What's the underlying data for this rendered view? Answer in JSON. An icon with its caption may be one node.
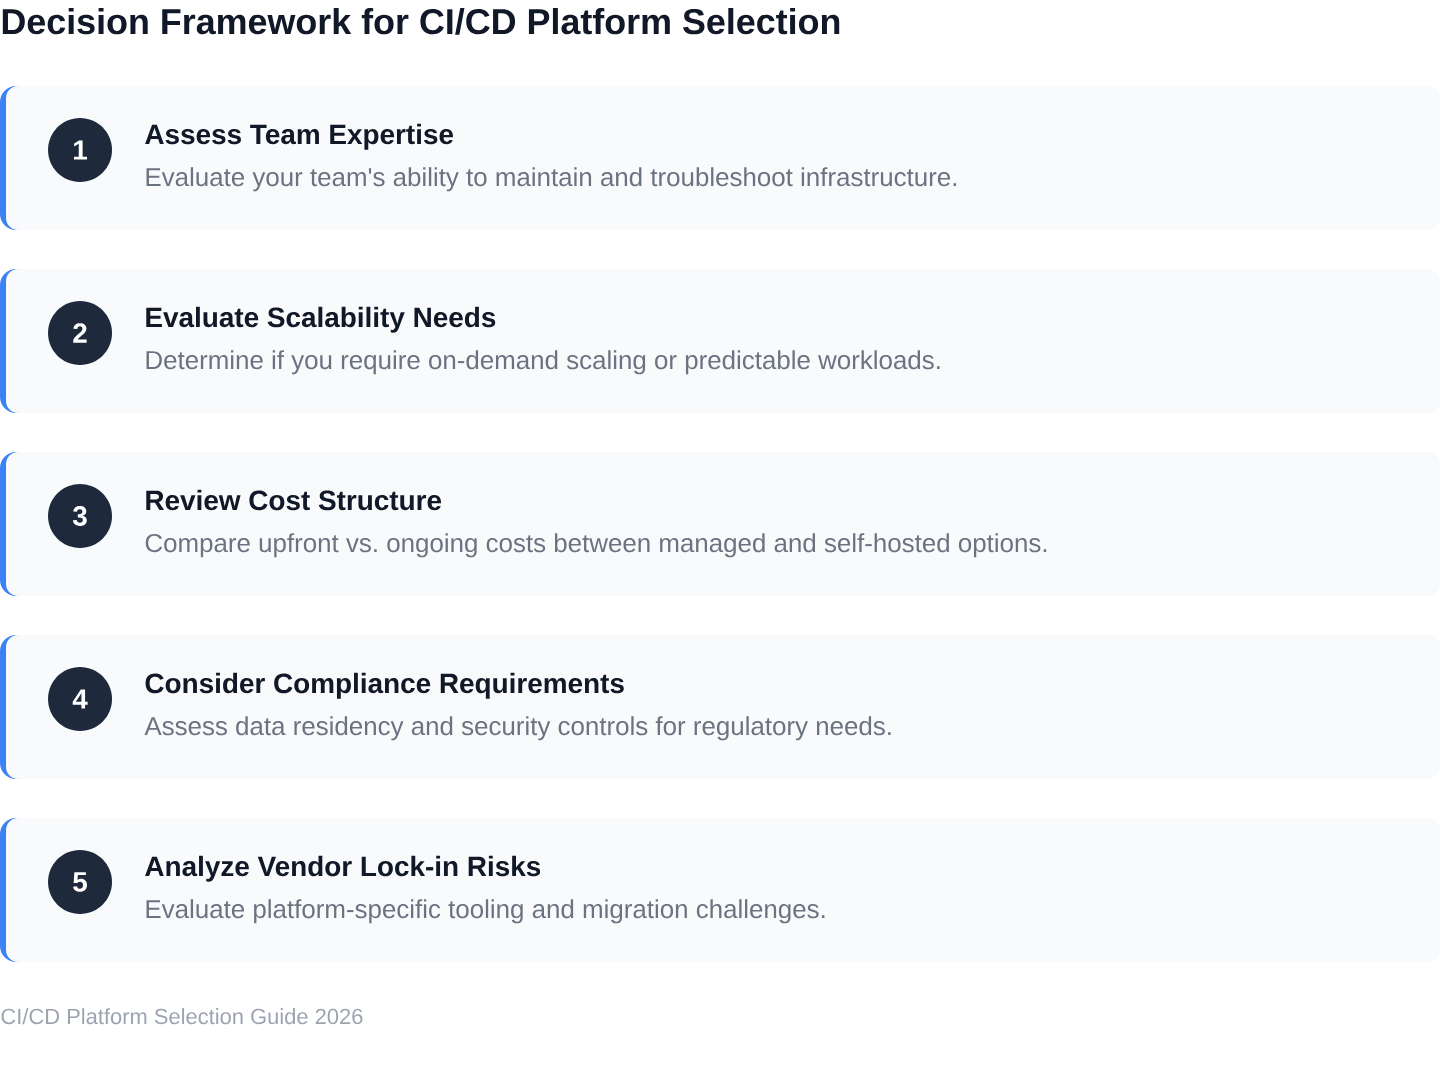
{
  "diagram": {
    "title": "Decision Framework for CI/CD Platform Selection",
    "nodes": [
      {
        "text": [
          "Assess Team Expertise",
          "Evaluate your team's ability to maintain and troubleshoot infrastructure."
        ]
      },
      {
        "text": [
          "1"
        ],
        "in": 0
      },
      {
        "text": [
          "Evaluate Scalability Needs",
          "Determine if you require on-demand scaling or predictable workloads."
        ]
      },
      {
        "text": [
          "2"
        ],
        "in": 2
      },
      {
        "text": [
          "Review Cost Structure",
          "Compare upfront vs. ongoing costs between managed and self-hosted options."
        ]
      },
      {
        "text": [
          "3"
        ],
        "in": 4
      },
      {
        "text": [
          "Consider Compliance Requirements",
          "Assess data residency and security controls for regulatory needs."
        ]
      },
      {
        "text": [
          "4"
        ],
        "in": 6
      },
      {
        "text": [
          "Analyze Vendor Lock-in Risks",
          "Evaluate platform-specific tooling and migration challenges."
        ]
      },
      {
        "text": [
          "5"
        ],
        "in": 8
      }
    ],
    "caption": "CI/CD Platform Selection Guide 2026"
  }
}
